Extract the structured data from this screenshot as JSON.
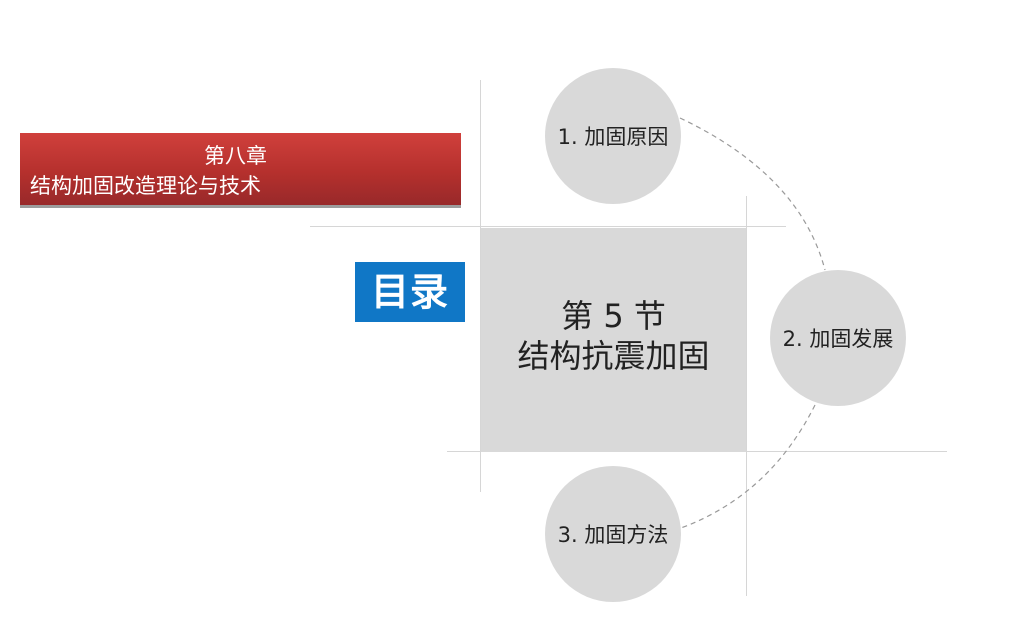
{
  "banner": {
    "chapter": "第八章",
    "subtitle": "结构加固改造理论与技术"
  },
  "toc_label": "目录",
  "center": {
    "line1": "第 5 节",
    "line2": "结构抗震加固"
  },
  "items": [
    {
      "label": "1. 加固原因"
    },
    {
      "label": "2. 加固发展"
    },
    {
      "label": "3. 加固方法"
    }
  ],
  "colors": {
    "banner_red": "#b5302d",
    "badge_blue": "#1077c6",
    "shape_gray": "#d9d9d9"
  }
}
